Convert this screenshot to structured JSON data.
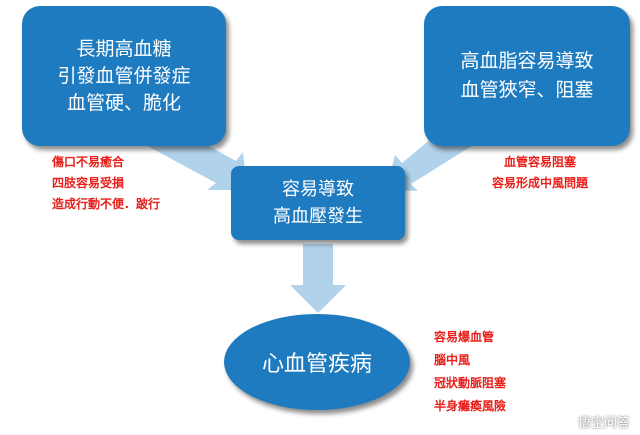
{
  "boxes": {
    "top_left": {
      "line1": "長期高血糖",
      "line2": "引發血管併發症",
      "line3": "血管硬、脆化"
    },
    "top_right": {
      "line1": "高血脂容易導致",
      "line2": "血管狹窄、阻塞"
    },
    "center": {
      "line1": "容易導致",
      "line2": "高血壓發生"
    },
    "bottom": {
      "line1": "心血管疾病"
    }
  },
  "notes": {
    "left": [
      "傷口不易癒合",
      "四肢容易受損",
      "造成行動不便．跛行"
    ],
    "right": [
      "血管容易阻塞",
      "容易形成中風問題"
    ],
    "bottom": [
      "容易爆血管",
      "腦中風",
      "冠狀動脈阻塞",
      "半身癱瘓風險"
    ]
  },
  "watermark": "悟空问答",
  "colors": {
    "box": "#1f7bbf",
    "arrow": "#a9cde9",
    "note": "#e8201b"
  }
}
